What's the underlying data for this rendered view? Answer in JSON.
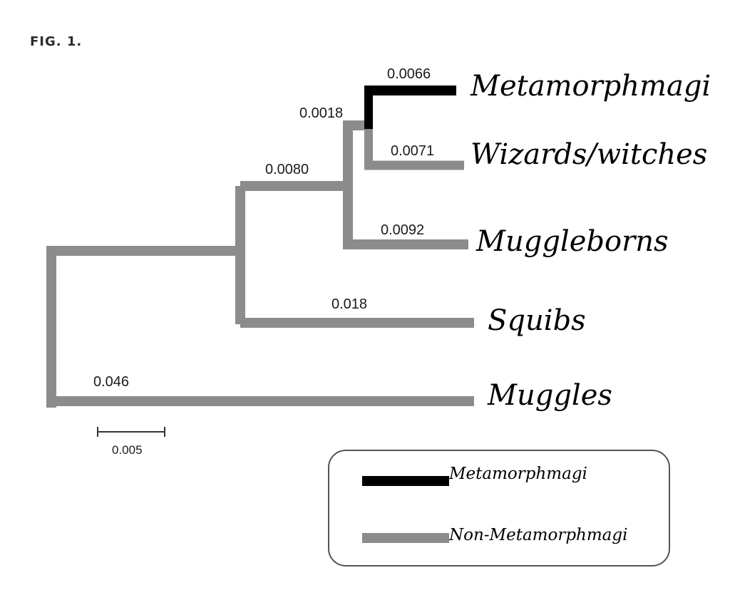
{
  "figure": {
    "label": "FIG. 1."
  },
  "colors": {
    "metamorphmagi": "#000000",
    "non_metamorphmagi": "#8c8c8c",
    "legend_border": "#555555"
  },
  "tree": {
    "taxa": [
      {
        "name": "Metamorphmagi",
        "branch_length": "0.0066",
        "group": "metamorphmagi"
      },
      {
        "name": "Wizards/witches",
        "branch_length": "0.0071",
        "group": "non_metamorphmagi"
      },
      {
        "name": "Muggleborns",
        "branch_length": "0.0092",
        "group": "non_metamorphmagi"
      },
      {
        "name": "Squibs",
        "branch_length": "0.018",
        "group": "non_metamorphmagi"
      },
      {
        "name": "Muggles",
        "branch_length": "0.046",
        "group": "non_metamorphmagi"
      }
    ],
    "internal_branches": [
      {
        "node": "wizard-clade",
        "branch_length": "0.0018"
      },
      {
        "node": "magic-clade",
        "branch_length": "0.0080"
      }
    ],
    "scale_bar": {
      "value": "0.005"
    }
  },
  "legend": {
    "items": [
      {
        "label": "Metamorphmagi",
        "group": "metamorphmagi"
      },
      {
        "label": "Non-Metamorphmagi",
        "group": "non_metamorphmagi"
      }
    ]
  }
}
